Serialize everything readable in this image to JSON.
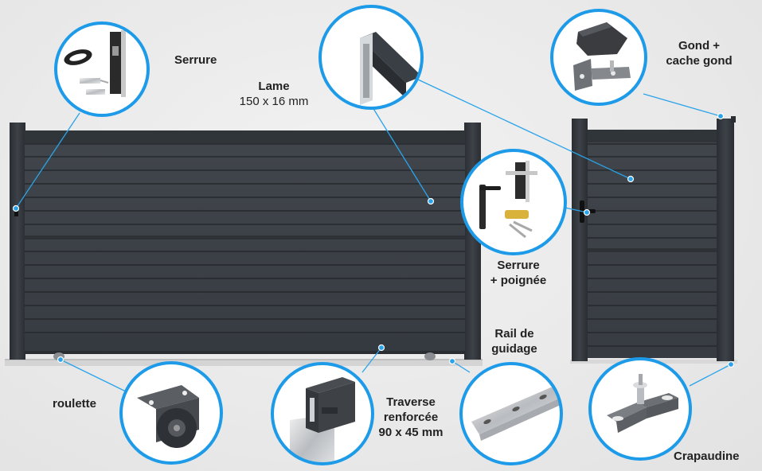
{
  "labels": {
    "serrure": "Serrure",
    "lame_title": "Lame",
    "lame_size": "150 x 16 mm",
    "gond_line1": "Gond +",
    "gond_line2": "cache gond",
    "serrure_poignee_line1": "Serrure",
    "serrure_poignee_line2": "+ poignée",
    "rail_line1": "Rail de",
    "rail_line2": "guidage",
    "roulette": "roulette",
    "traverse_line1": "Traverse",
    "traverse_line2": "renforcée",
    "traverse_size": "90 x 45 mm",
    "crapaudine": "Crapaudine"
  },
  "colors": {
    "panel": "#3c4147",
    "panel_dark": "#2d3136",
    "slat_line": "#23272b",
    "circle_ring": "#1e9be8",
    "leader_line": "#2aa3ea",
    "rail": "#d3d3d3"
  },
  "icons": [
    "lock-case-icon",
    "slat-profile-icon",
    "hinge-icon",
    "lock-handle-icon",
    "wheel-bracket-icon",
    "crossbar-profile-icon",
    "guide-rail-icon",
    "pivot-plate-icon"
  ]
}
